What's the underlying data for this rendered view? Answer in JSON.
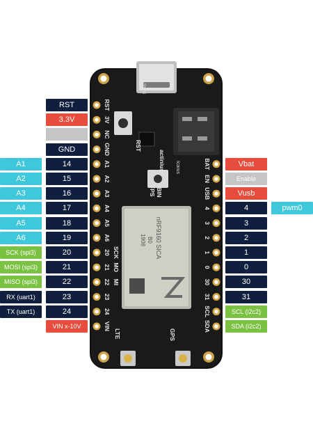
{
  "colors": {
    "navy": "#0f1f3d",
    "red": "#e74c3c",
    "grey": "#c5c5c5",
    "cyan": "#3fc8dc",
    "green": "#7cc242"
  },
  "left_function_labels": [
    {
      "text": "A1",
      "color": "cyan"
    },
    {
      "text": "A2",
      "color": "cyan"
    },
    {
      "text": "A3",
      "color": "cyan"
    },
    {
      "text": "A4",
      "color": "cyan"
    },
    {
      "text": "A5",
      "color": "cyan"
    },
    {
      "text": "A6",
      "color": "cyan"
    },
    {
      "text": "SCK (spi3)",
      "color": "green"
    },
    {
      "text": "MOSI (spi3)",
      "color": "green"
    },
    {
      "text": "MISO (spi3)",
      "color": "green"
    },
    {
      "text": "RX (uart1)",
      "color": "navy"
    },
    {
      "text": "TX (uart1)",
      "color": "navy"
    },
    {
      "text": "VIN x-10V",
      "color": "red"
    }
  ],
  "left_pin_labels": [
    {
      "text": "RST",
      "color": "navy"
    },
    {
      "text": "3.3V",
      "color": "red"
    },
    {
      "text": "",
      "color": "grey"
    },
    {
      "text": "GND",
      "color": "navy"
    },
    {
      "text": "14",
      "color": "navy"
    },
    {
      "text": "15",
      "color": "navy"
    },
    {
      "text": "16",
      "color": "navy"
    },
    {
      "text": "17",
      "color": "navy"
    },
    {
      "text": "18",
      "color": "navy"
    },
    {
      "text": "19",
      "color": "navy"
    },
    {
      "text": "20",
      "color": "navy"
    },
    {
      "text": "21",
      "color": "navy"
    },
    {
      "text": "22",
      "color": "navy"
    },
    {
      "text": "23",
      "color": "navy"
    },
    {
      "text": "24",
      "color": "navy"
    }
  ],
  "right_pin_labels": [
    {
      "text": "Vbat",
      "color": "red"
    },
    {
      "text": "Enable",
      "color": "grey"
    },
    {
      "text": "Vusb",
      "color": "red"
    },
    {
      "text": "4",
      "color": "navy"
    },
    {
      "text": "3",
      "color": "navy"
    },
    {
      "text": "2",
      "color": "navy"
    },
    {
      "text": "1",
      "color": "navy"
    },
    {
      "text": "0",
      "color": "navy"
    },
    {
      "text": "30",
      "color": "navy"
    },
    {
      "text": "31",
      "color": "navy"
    },
    {
      "text": "SCL (i2c2)",
      "color": "green"
    },
    {
      "text": "SDA (i2c2)",
      "color": "green"
    }
  ],
  "right_function_labels": [
    {
      "text": "pwm0",
      "color": "cyan"
    }
  ],
  "board": {
    "silkscreen_left": [
      "RST",
      "3V",
      "NC",
      "GND",
      "A1",
      "A2",
      "A3",
      "A4",
      "A5",
      "A6",
      "20",
      "21",
      "22",
      "23",
      "24",
      "VIN"
    ],
    "silkscreen_left_alt": [
      "SCK",
      "MO",
      "MI"
    ],
    "silkscreen_right": [
      "BAT",
      "EN",
      "USB",
      "4",
      "3",
      "2",
      "1",
      "0",
      "30",
      "31",
      "SCL",
      "SDA"
    ],
    "brand": "actinius",
    "model": "Icarus",
    "module_line1": "nRF9160 SICA",
    "module_line2": "B0",
    "module_line3": "1908",
    "button_rst": "RST",
    "button_fps": "FPS",
    "sim_label": "BIN",
    "rgb_label": "RGB",
    "antenna_lte": "LTE",
    "antenna_gps": "GPS"
  }
}
